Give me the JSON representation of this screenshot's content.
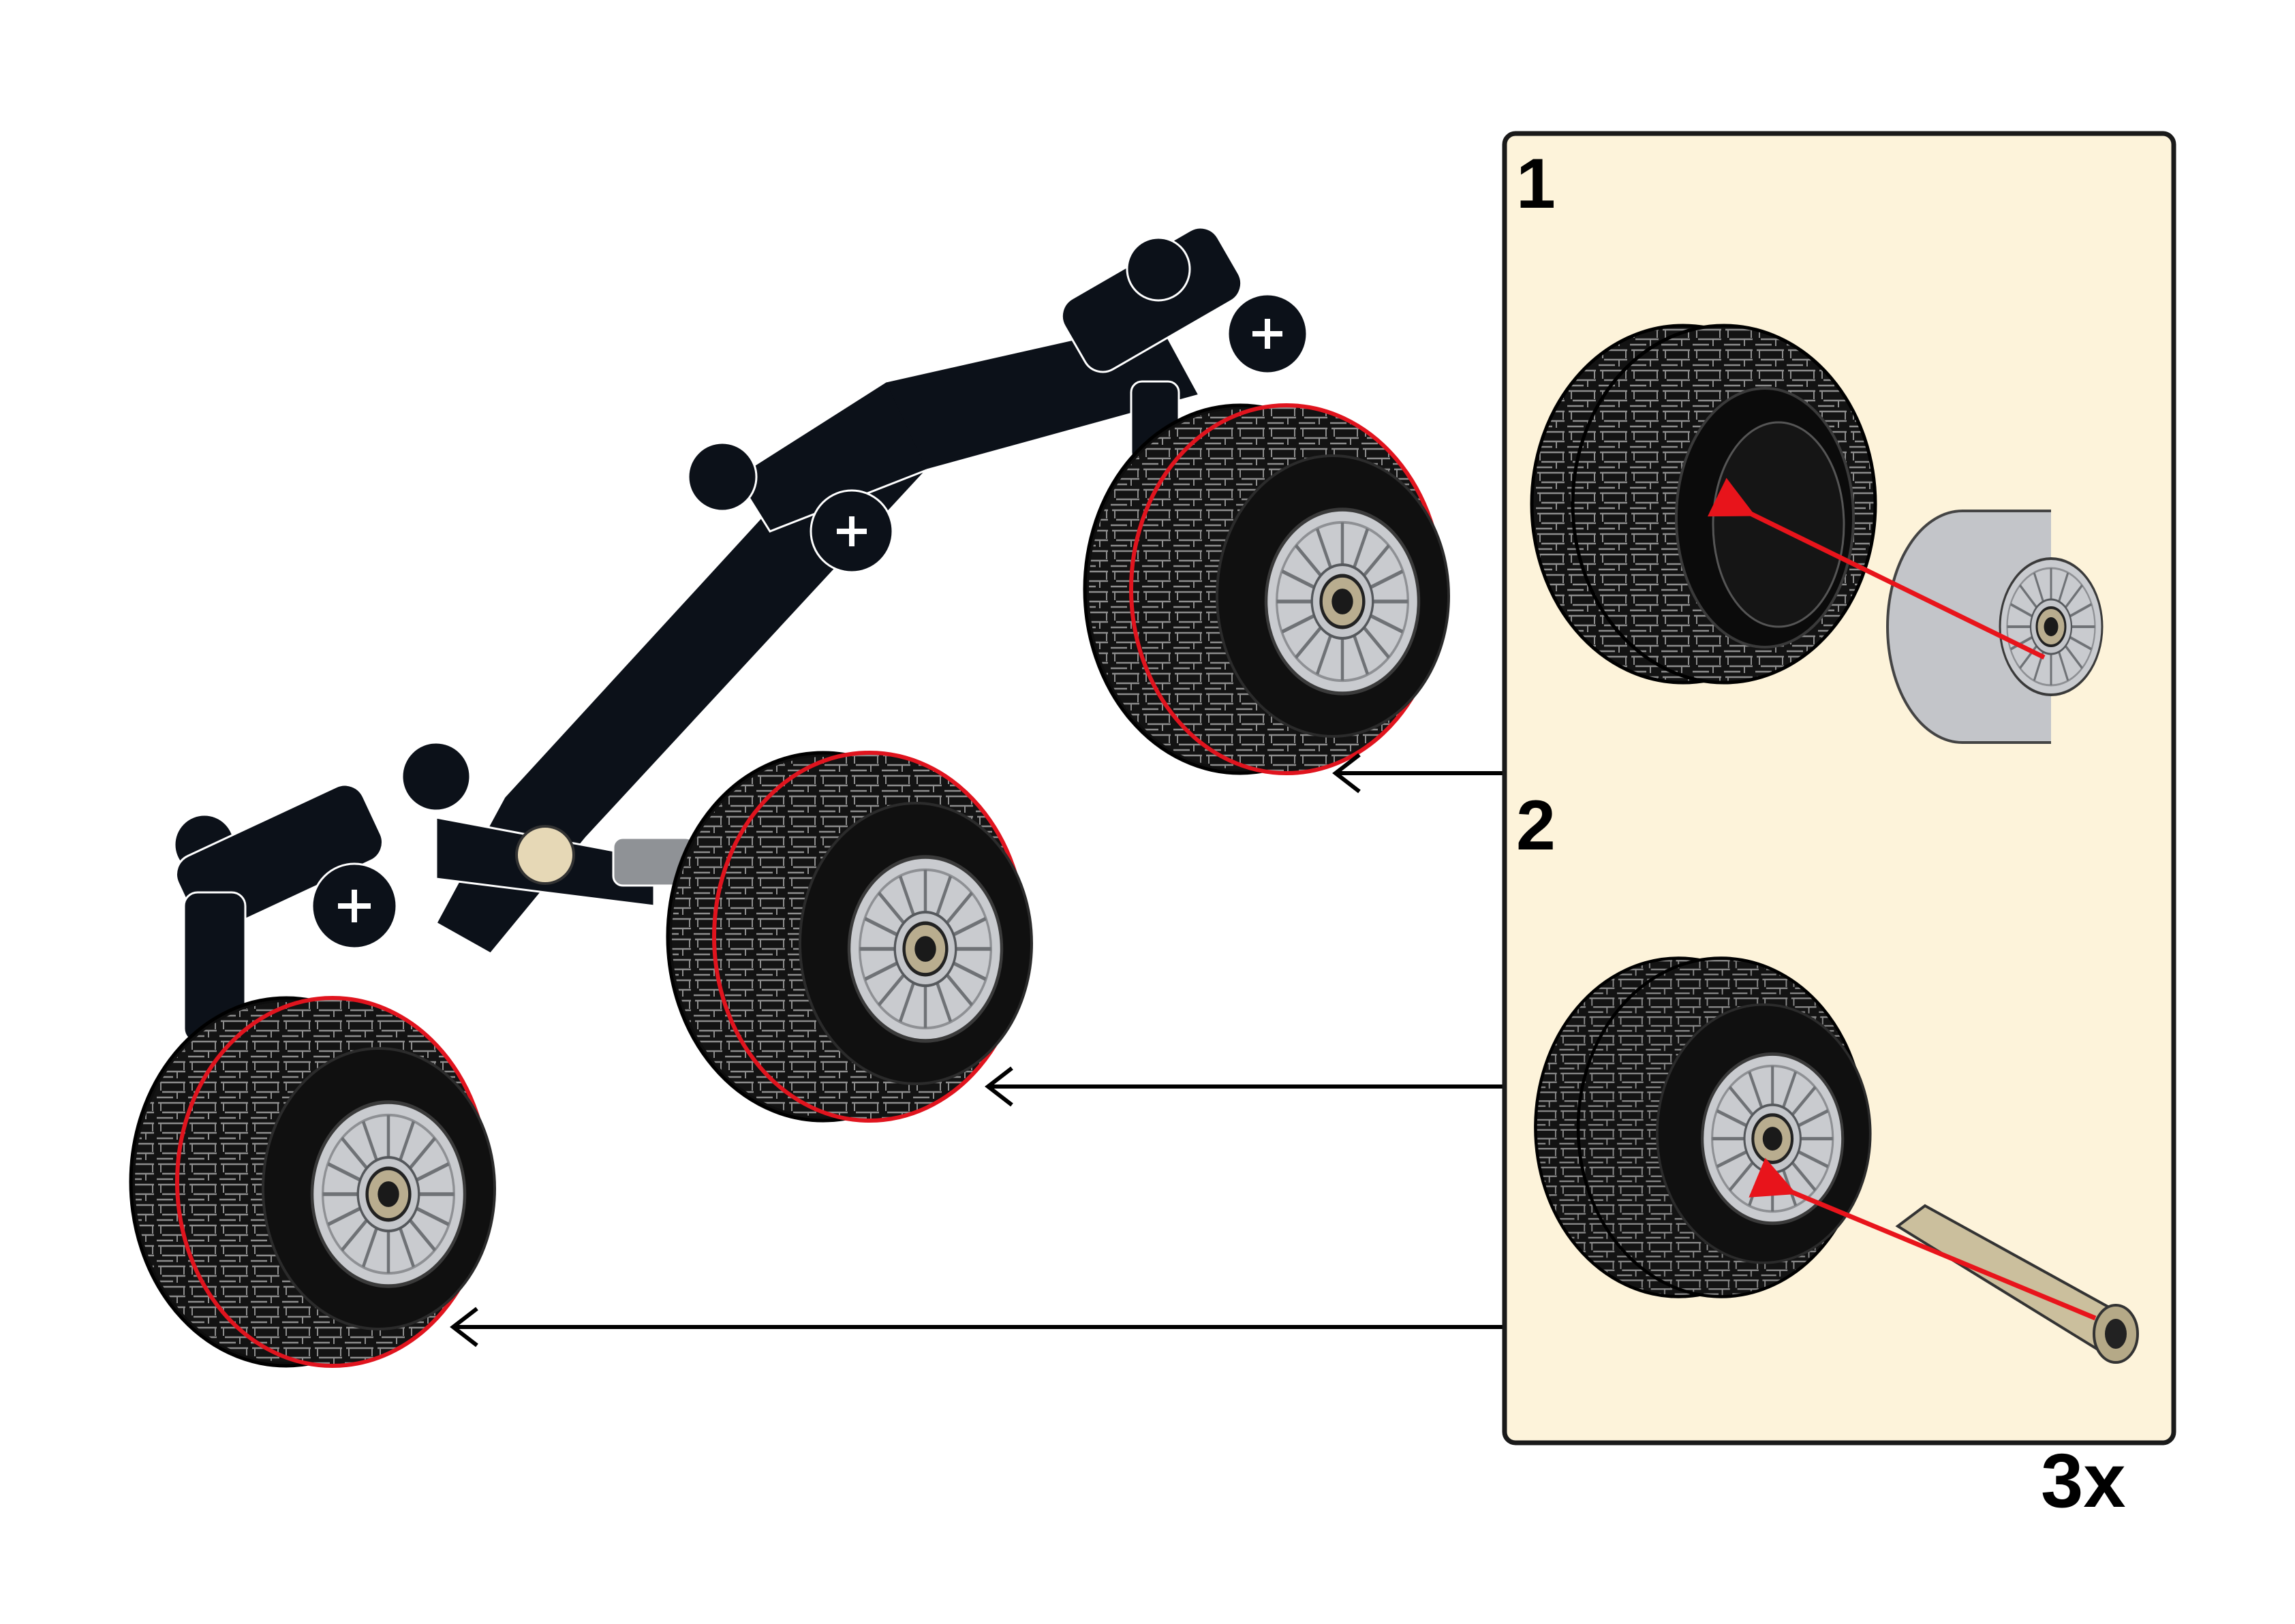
{
  "steps": [
    {
      "number": "1"
    },
    {
      "number": "2"
    }
  ],
  "multiplier": "3x",
  "colors": {
    "callout_background": "#fdf3da",
    "callout_border": "#1a1a1a",
    "tire": "#111111",
    "tire_outline_highlight": "#e0141e",
    "hub": "#c9cbcf",
    "hub_center": "#b9ad8f",
    "frame": "#0c1119",
    "axle": "#cbbf9d",
    "insert_arrow": "#e8141b",
    "pointer_arrow": "#000000"
  },
  "icons": [
    "wheel-icon",
    "tire-icon",
    "hub-icon",
    "axle-pin-icon",
    "beam-frame-icon",
    "arrow-icon"
  ]
}
